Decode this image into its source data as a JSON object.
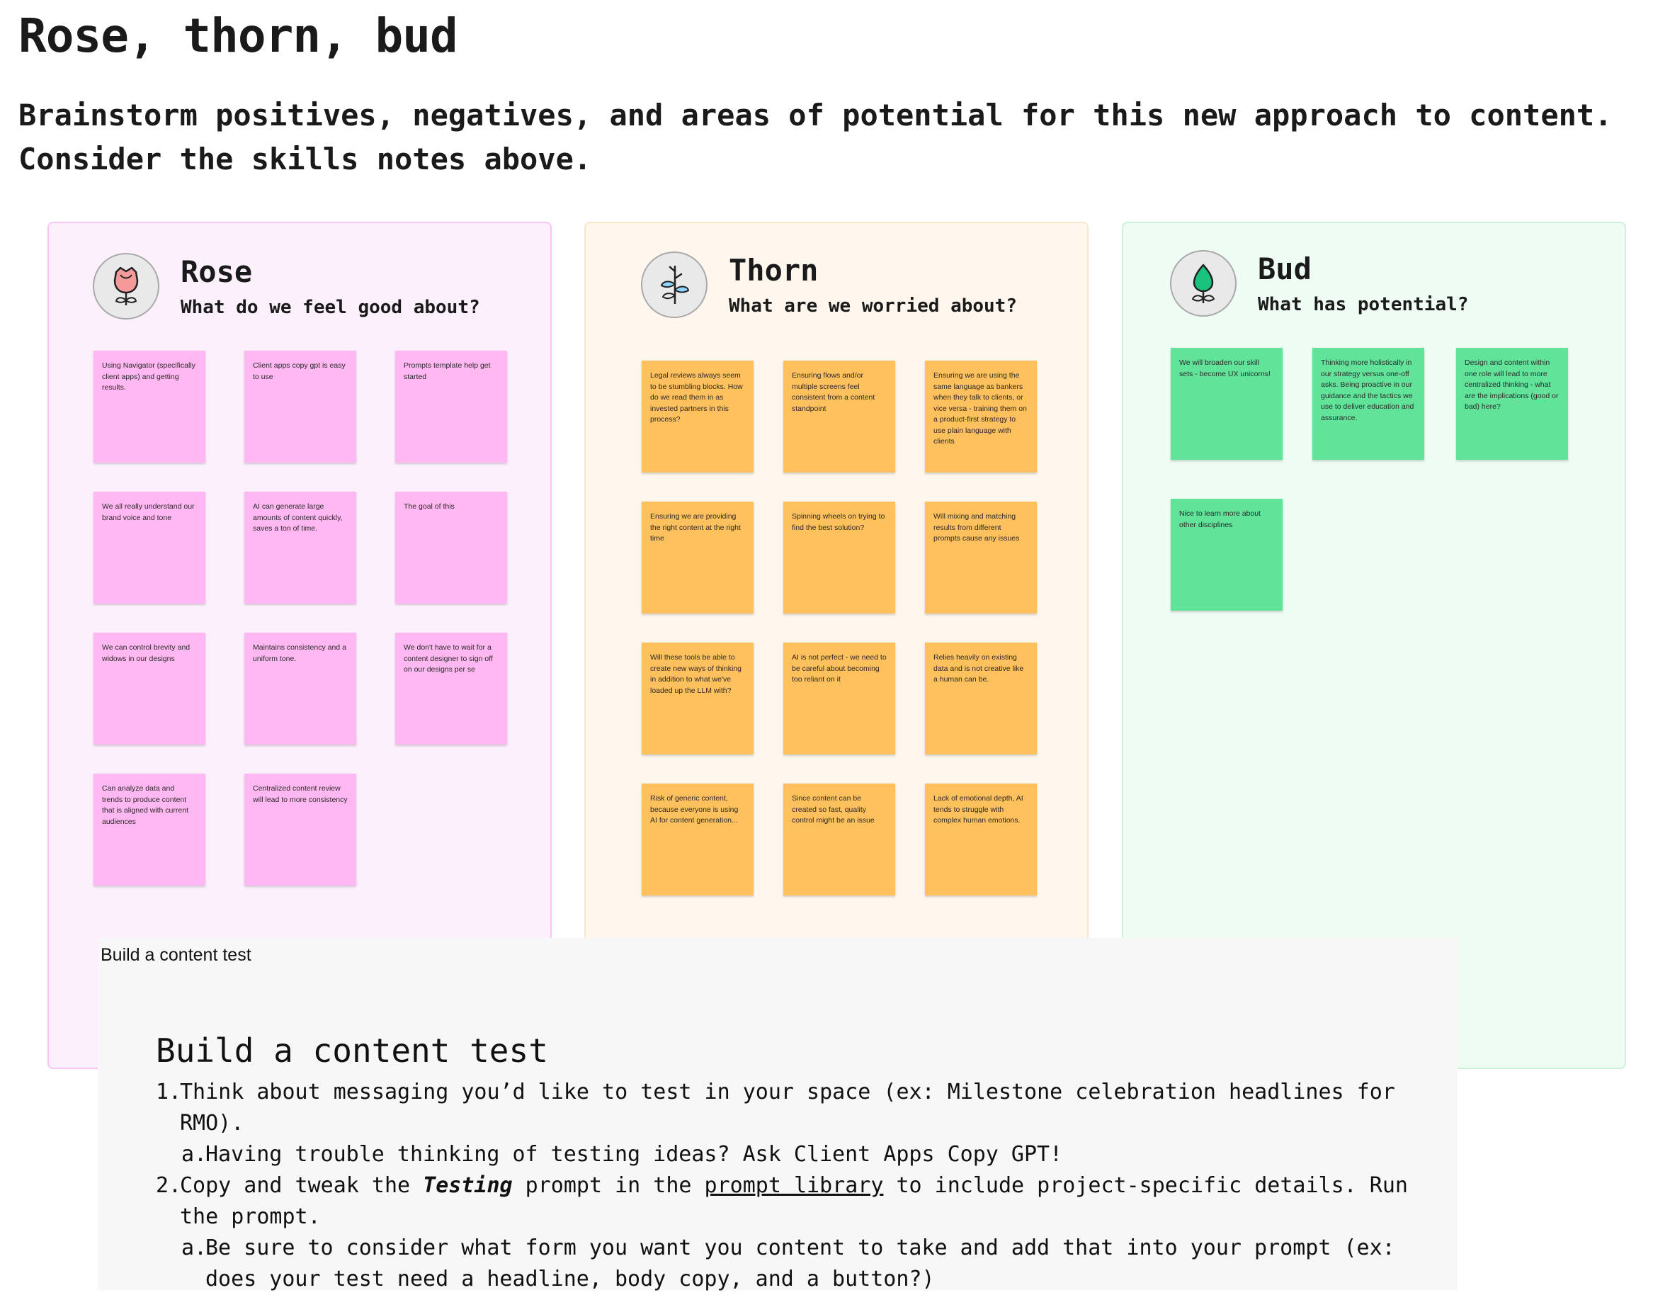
{
  "header": {
    "title": "Rose, thorn, bud",
    "subtitle": "Brainstorm positives, negatives, and areas of potential for this new approach to content. Consider the skills notes above."
  },
  "colors": {
    "rose_panel": "#fdf0fd",
    "rose_note": "#ffb8f2",
    "thorn_panel": "#fff7ee",
    "thorn_note": "#ffc05e",
    "bud_panel": "#effcf4",
    "bud_note": "#62e39a"
  },
  "panels": {
    "rose": {
      "icon": "rose-icon",
      "title": "Rose",
      "question": "What do we feel good about?",
      "notes": [
        "Using Navigator (specifically client apps) and getting results.",
        "Client apps copy gpt is easy to use",
        "Prompts template help get started",
        "We all really understand our brand voice and tone",
        "AI can generate large amounts of content quickly, saves a ton of time.",
        "The goal of this",
        "We can control brevity and widows in our designs",
        "Maintains consistency and a uniform tone.",
        "We don't have to wait for a content designer to sign off on our designs per se",
        "Can analyze data and trends to produce content that is aligned with current audiences",
        "Centralized content review will lead to more consistency"
      ]
    },
    "thorn": {
      "icon": "thorn-icon",
      "title": "Thorn",
      "question": "What are we worried about?",
      "notes": [
        "Legal reviews always seem to be stumbling blocks. How do we read them in as invested partners in this process?",
        "Ensuring flows and/or multiple screens feel consistent from a content standpoint",
        "Ensuring we are using the same language as bankers when they talk to clients, or vice versa - training them on a product-first strategy to use plain language with clients",
        "Ensuring we are providing the right content at the right time",
        "Spinning wheels on trying to find the best solution?",
        "Will mixing and matching results from different prompts cause any issues",
        "Will these tools be able to create new ways of thinking in addition to what we've loaded up the LLM with?",
        "AI is not perfect - we need to be careful about becoming too reliant on it",
        "Relies heavily on existing data and is not creative like a human can be.",
        "Risk of generic content, because everyone is using AI for content generation...",
        "Since content can be created so fast, quality control might be an issue",
        "Lack of emotional depth, AI tends to struggle with complex human emotions."
      ]
    },
    "bud": {
      "icon": "bud-icon",
      "title": "Bud",
      "question": "What has potential?",
      "notes": [
        "We will broaden our skill sets - become UX unicorns!",
        "Thinking more holistically in our strategy versus one-off asks. Being proactive in our guidance and the tactics we use to deliver education and assurance.",
        "Design and content within one role will lead to more centralized thinking - what are the implications (good or bad) here?",
        "Nice to learn more about other disciplines"
      ]
    }
  },
  "content_test": {
    "label": "Build a content test",
    "heading": "Build a content test",
    "step1": {
      "marker": "1.",
      "text": "Think about messaging you’d like to test in your space (ex: Milestone celebration headlines for RMO)."
    },
    "step1a": {
      "marker": "a.",
      "text": "Having trouble thinking of testing ideas? Ask Client Apps Copy GPT!"
    },
    "step2": {
      "marker": "2.",
      "pre": "Copy and tweak the ",
      "emphasis": "Testing",
      "mid": " prompt in the ",
      "link": "prompt library",
      "post": " to include project-specific details. Run the prompt."
    },
    "step2a": {
      "marker": "a.",
      "text": "Be sure to consider what form you want you content to take and add that into your prompt (ex: does your test need a headline, body copy, and a button?)"
    }
  }
}
